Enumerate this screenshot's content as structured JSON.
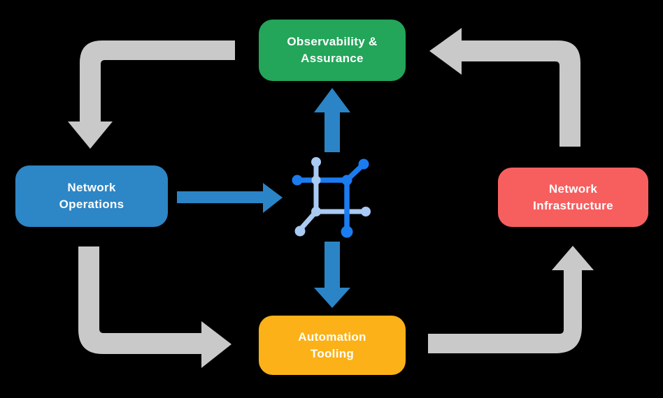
{
  "colors": {
    "background": "#000000",
    "text": "#ffffff",
    "green": "#23a55a",
    "blue": "#2d86c5",
    "red": "#f75f5f",
    "yellow": "#fbb117",
    "gray_arrow": "#c9c9c9",
    "blue_arrow": "#2b84c6",
    "icon_dark": "#1b7cf0",
    "icon_light": "#a9caf3"
  },
  "nodes": {
    "observability": {
      "line1": "Observability &",
      "line2": "Assurance"
    },
    "operations": {
      "line1": "Network",
      "line2": "Operations"
    },
    "infrastructure": {
      "line1": "Network",
      "line2": "Infrastructure"
    },
    "automation": {
      "line1": "Automation",
      "line2": "Tooling"
    }
  },
  "icon": {
    "name": "network-mesh-icon"
  },
  "connections": [
    {
      "from": "Observability & Assurance",
      "to": "Network Operations",
      "style": "gray"
    },
    {
      "from": "Network Operations",
      "to": "Automation Tooling",
      "style": "gray"
    },
    {
      "from": "Automation Tooling",
      "to": "Network Infrastructure",
      "style": "gray"
    },
    {
      "from": "Network Infrastructure",
      "to": "Observability & Assurance",
      "style": "gray"
    },
    {
      "from": "Network Operations",
      "to": "network-mesh-icon",
      "style": "blue"
    },
    {
      "from": "network-mesh-icon",
      "to": "Observability & Assurance",
      "style": "blue"
    },
    {
      "from": "network-mesh-icon",
      "to": "Automation Tooling",
      "style": "blue"
    }
  ]
}
